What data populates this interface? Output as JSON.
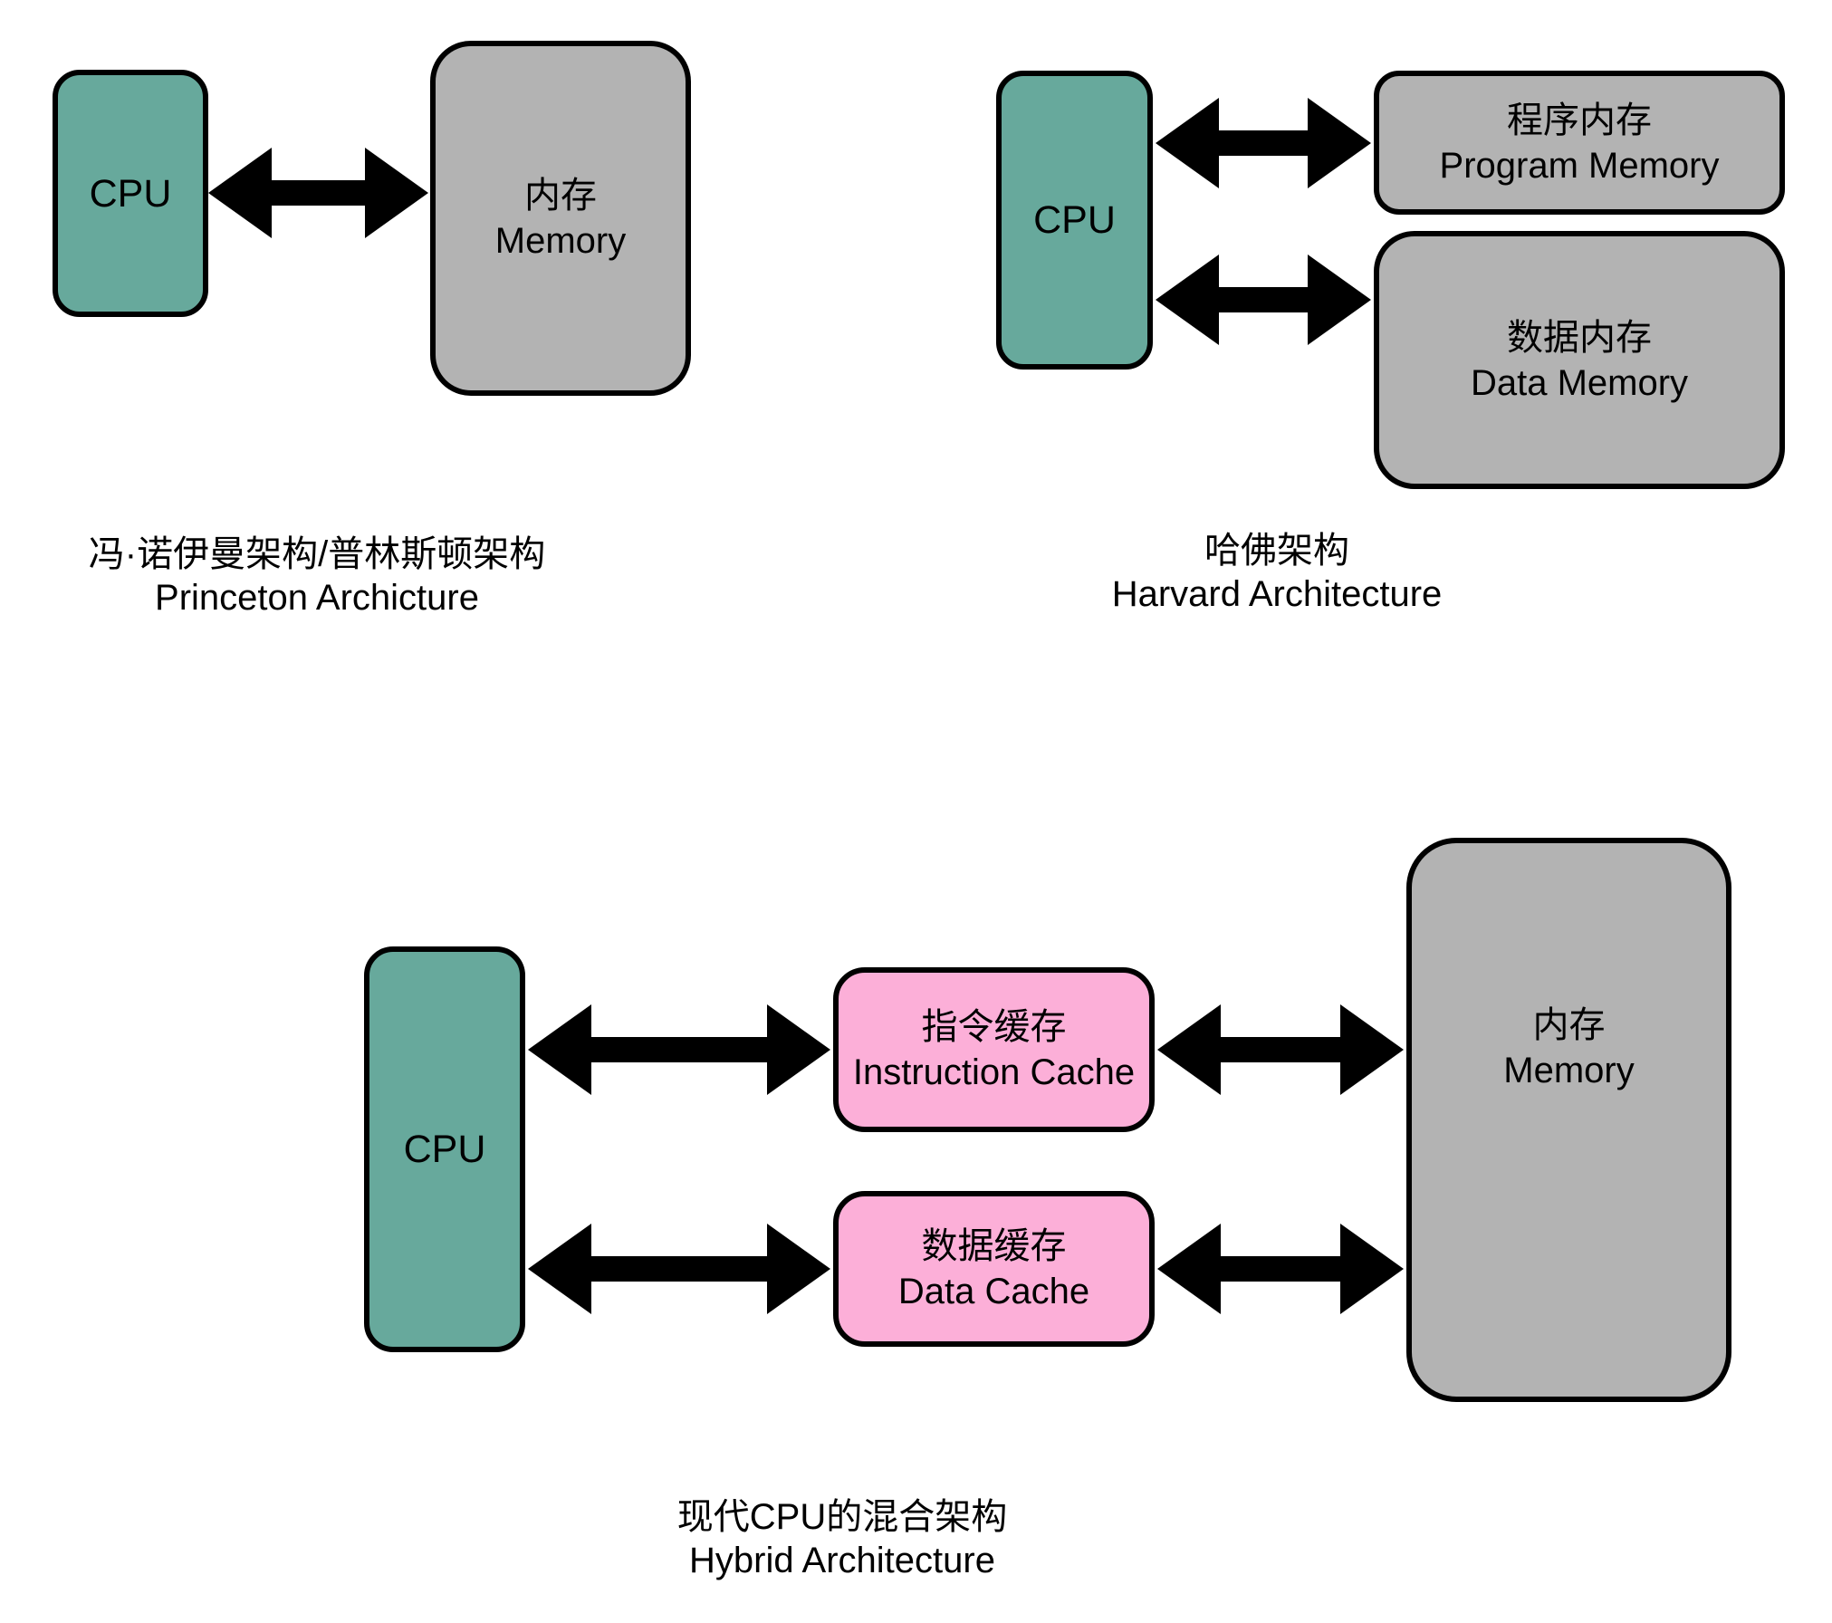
{
  "colors": {
    "cpu_fill": "#67A99C",
    "memory_fill": "#B3B3B3",
    "cache_fill": "#FCAFD8",
    "border": "#000000",
    "background": "#FFFFFF"
  },
  "diagrams": {
    "princeton": {
      "cpu_label": "CPU",
      "memory_label_zh": "内存",
      "memory_label_en": "Memory",
      "caption_zh": "冯·诺伊曼架构/普林斯顿架构",
      "caption_en": "Princeton Archicture"
    },
    "harvard": {
      "cpu_label": "CPU",
      "program_memory_zh": "程序内存",
      "program_memory_en": "Program Memory",
      "data_memory_zh": "数据内存",
      "data_memory_en": "Data Memory",
      "caption_zh": "哈佛架构",
      "caption_en": "Harvard Architecture"
    },
    "hybrid": {
      "cpu_label": "CPU",
      "instruction_cache_zh": "指令缓存",
      "instruction_cache_en": "Instruction Cache",
      "data_cache_zh": "数据缓存",
      "data_cache_en": "Data Cache",
      "memory_label_zh": "内存",
      "memory_label_en": "Memory",
      "caption_zh": "现代CPU的混合架构",
      "caption_en": "Hybrid Architecture"
    }
  }
}
